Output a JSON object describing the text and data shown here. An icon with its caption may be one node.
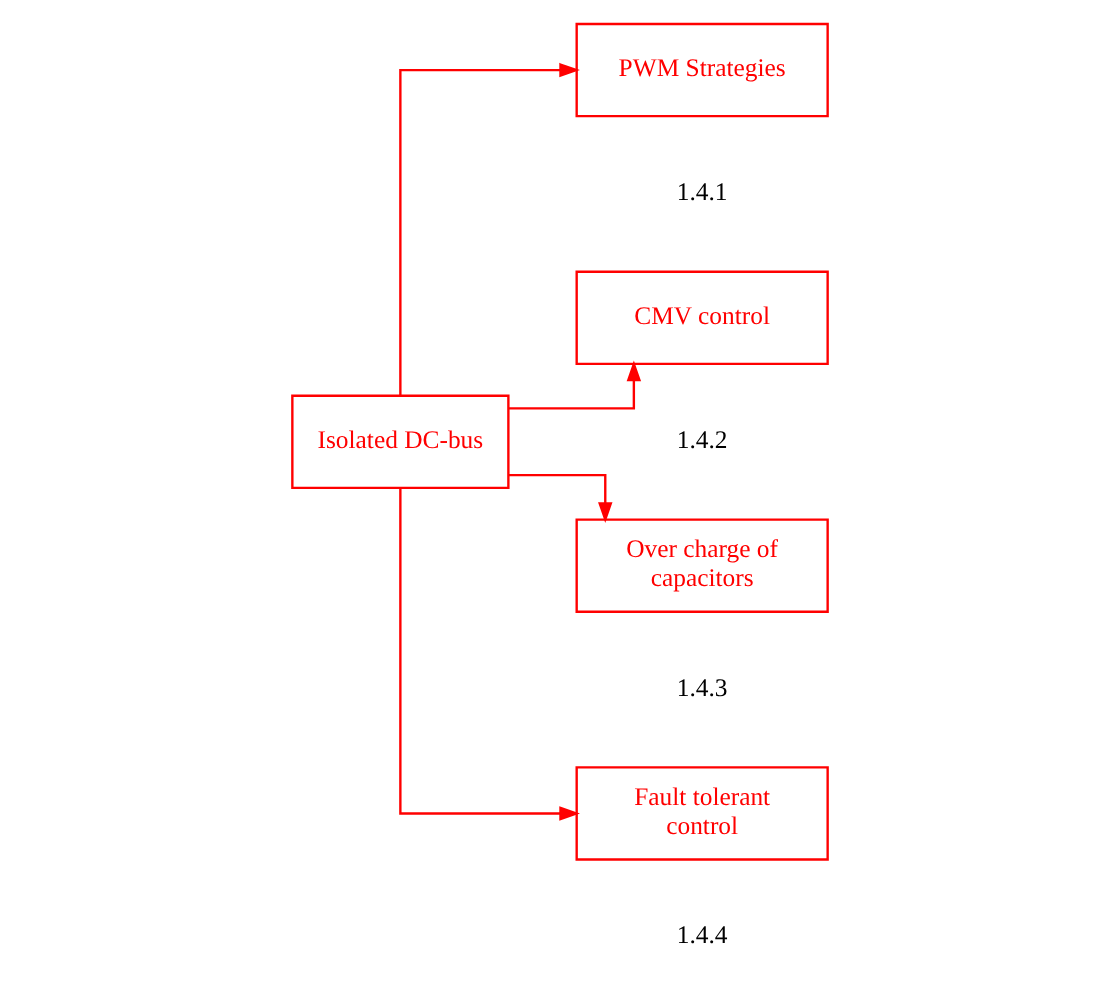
{
  "diagram": {
    "nodes": [
      {
        "text": [
          "Isolated DC-bus"
        ]
      },
      {
        "text": [
          "PWM Strategies"
        ],
        "beside": [
          "1.4.1"
        ]
      },
      {
        "text": [
          "CMV control"
        ],
        "beside": [
          "1.4.2"
        ]
      },
      {
        "text": [
          "Over charge of capacitors"
        ],
        "beside": [
          "1.4.3"
        ]
      },
      {
        "text": [
          "Fault tolerant control"
        ],
        "beside": [
          "1.4.4"
        ]
      }
    ],
    "edges": [
      {
        "from": 0,
        "to": 1,
        "arrow": "to"
      },
      {
        "from": 0,
        "to": 2,
        "arrow": "to"
      },
      {
        "from": 0,
        "to": 3,
        "arrow": "to"
      },
      {
        "from": 0,
        "to": 4,
        "arrow": "to"
      }
    ]
  }
}
